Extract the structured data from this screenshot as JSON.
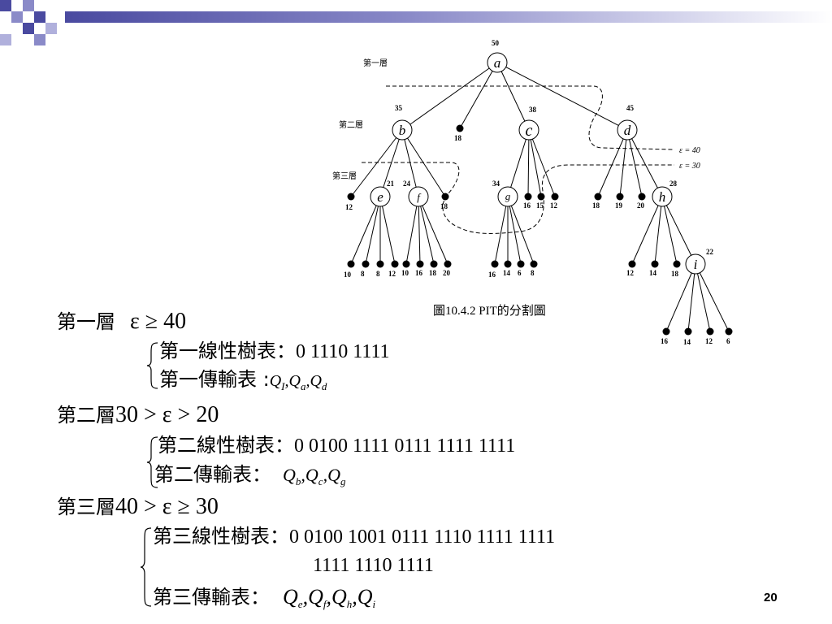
{
  "diagram": {
    "levels": [
      "第一層",
      "第二層",
      "第三層"
    ],
    "nodes": {
      "a": {
        "label": "a",
        "value": "50"
      },
      "b": {
        "label": "b",
        "value": "35"
      },
      "c": {
        "label": "c",
        "value": "38"
      },
      "d": {
        "label": "d",
        "value": "45"
      },
      "e": {
        "label": "e",
        "value": "21"
      },
      "f": {
        "label": "f",
        "value": "24"
      },
      "g": {
        "label": "g",
        "value": "34"
      },
      "h": {
        "label": "h",
        "value": "28"
      },
      "i": {
        "label": "i",
        "value": "22"
      }
    },
    "leaves": {
      "a_leaf": "18",
      "b_left": "12",
      "b_right": "18",
      "c1": "16",
      "c2": "15",
      "c3": "12",
      "d1": "18",
      "d2": "19",
      "d3": "20",
      "e1": "10",
      "e2": "8",
      "e3": "8",
      "e4": "12",
      "f1": "10",
      "f2": "16",
      "f3": "18",
      "f4": "20",
      "g1": "16",
      "g2": "14",
      "g3": "6",
      "g4": "8",
      "h1": "12",
      "h2": "14",
      "h3": "18",
      "i1": "16",
      "i2": "14",
      "i3": "12",
      "i4": "6"
    },
    "eps_40": "ε = 40",
    "eps_30": "ε = 30",
    "caption": "圖10.4.2 PIT的分割圖"
  },
  "text": {
    "l1_title": "第一層",
    "l1_cond": "ε ≥ 40",
    "l1_tree_label": "第一線性樹表：",
    "l1_tree_bits": "0 1110 1111",
    "l1_trans_label": "第一傳輸表 :",
    "l1_trans": [
      "Q",
      "I",
      "Q",
      "a",
      "Q",
      "d"
    ],
    "l2_title": "第二層",
    "l2_cond": "30 > ε > 20",
    "l2_tree_label": "第二線性樹表：",
    "l2_tree_bits": "0 0100 1111 0111 1111 1111",
    "l2_trans_label": "第二傳輸表：",
    "l2_trans": [
      "Q",
      "b",
      "Q",
      "c",
      "Q",
      "g"
    ],
    "l3_title": "第三層",
    "l3_cond": "40 > ε ≥ 30",
    "l3_tree_label": "第三線性樹表：",
    "l3_tree_bits": "0 0100 1001 0111 1110 1111 1111",
    "l3_tree_bits2": "1111 1110 1111",
    "l3_trans_label": "第三傳輸表：",
    "l3_trans": [
      "Q",
      "e",
      "Q",
      "f",
      "Q",
      "h",
      "Q",
      "i"
    ]
  },
  "page_number": "20",
  "colors": {
    "accent": "#4a4aa0",
    "accent_light": "#8a8ac8"
  }
}
